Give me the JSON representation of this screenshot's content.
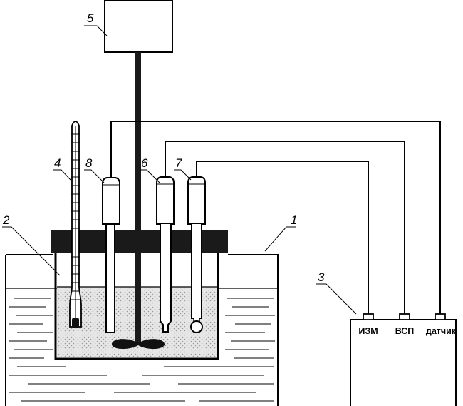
{
  "labels": {
    "bath": "1",
    "vessel": "2",
    "meter": "3",
    "thermometer": "4",
    "stirrer_motor": "5",
    "electrode_6": "6",
    "electrode_7": "7",
    "electrode_8": "8"
  },
  "terminals": {
    "measuring": "ИЗМ",
    "auxiliary": "ВСП",
    "sensor": "датчик"
  },
  "colors": {
    "line": "#000000",
    "lid": "#1a1a1a",
    "solution": "#e4e4e4"
  }
}
